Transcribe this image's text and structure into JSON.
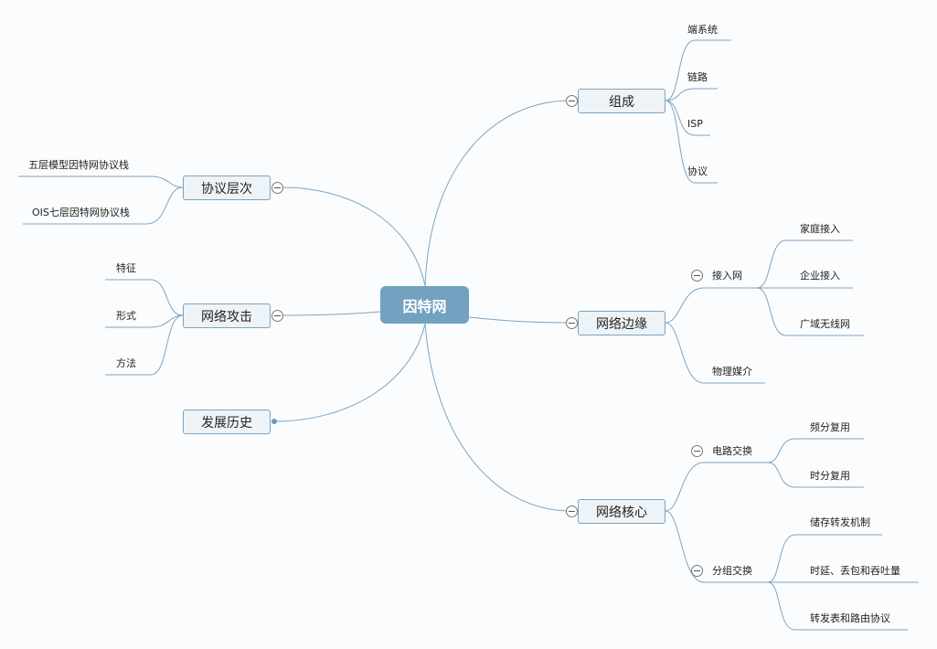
{
  "central": "因特网",
  "topics": {
    "composition": {
      "label": "组成",
      "children": [
        "端系统",
        "链路",
        "ISP",
        "协议"
      ]
    },
    "edge": {
      "label": "网络边缘",
      "access": {
        "label": "接入网",
        "children": [
          "家庭接入",
          "企业接入",
          "广域无线网"
        ]
      },
      "media": "物理媒介"
    },
    "core": {
      "label": "网络核心",
      "circuit": {
        "label": "电路交换",
        "children": [
          "频分复用",
          "时分复用"
        ]
      },
      "packet": {
        "label": "分组交换",
        "children": [
          "储存转发机制",
          "时延、丢包和吞吐量",
          "转发表和路由协议"
        ]
      }
    },
    "layers": {
      "label": "协议层次",
      "children": [
        "五层模型因特网协议栈",
        "OIS七层因特网协议栈"
      ]
    },
    "attack": {
      "label": "网络攻击",
      "children": [
        "特征",
        "形式",
        "方法"
      ]
    },
    "history": {
      "label": "发展历史"
    }
  },
  "colors": {
    "line": "#7ca5c4",
    "central": "#73a1c0",
    "topic_bg": "#eef3f7"
  }
}
